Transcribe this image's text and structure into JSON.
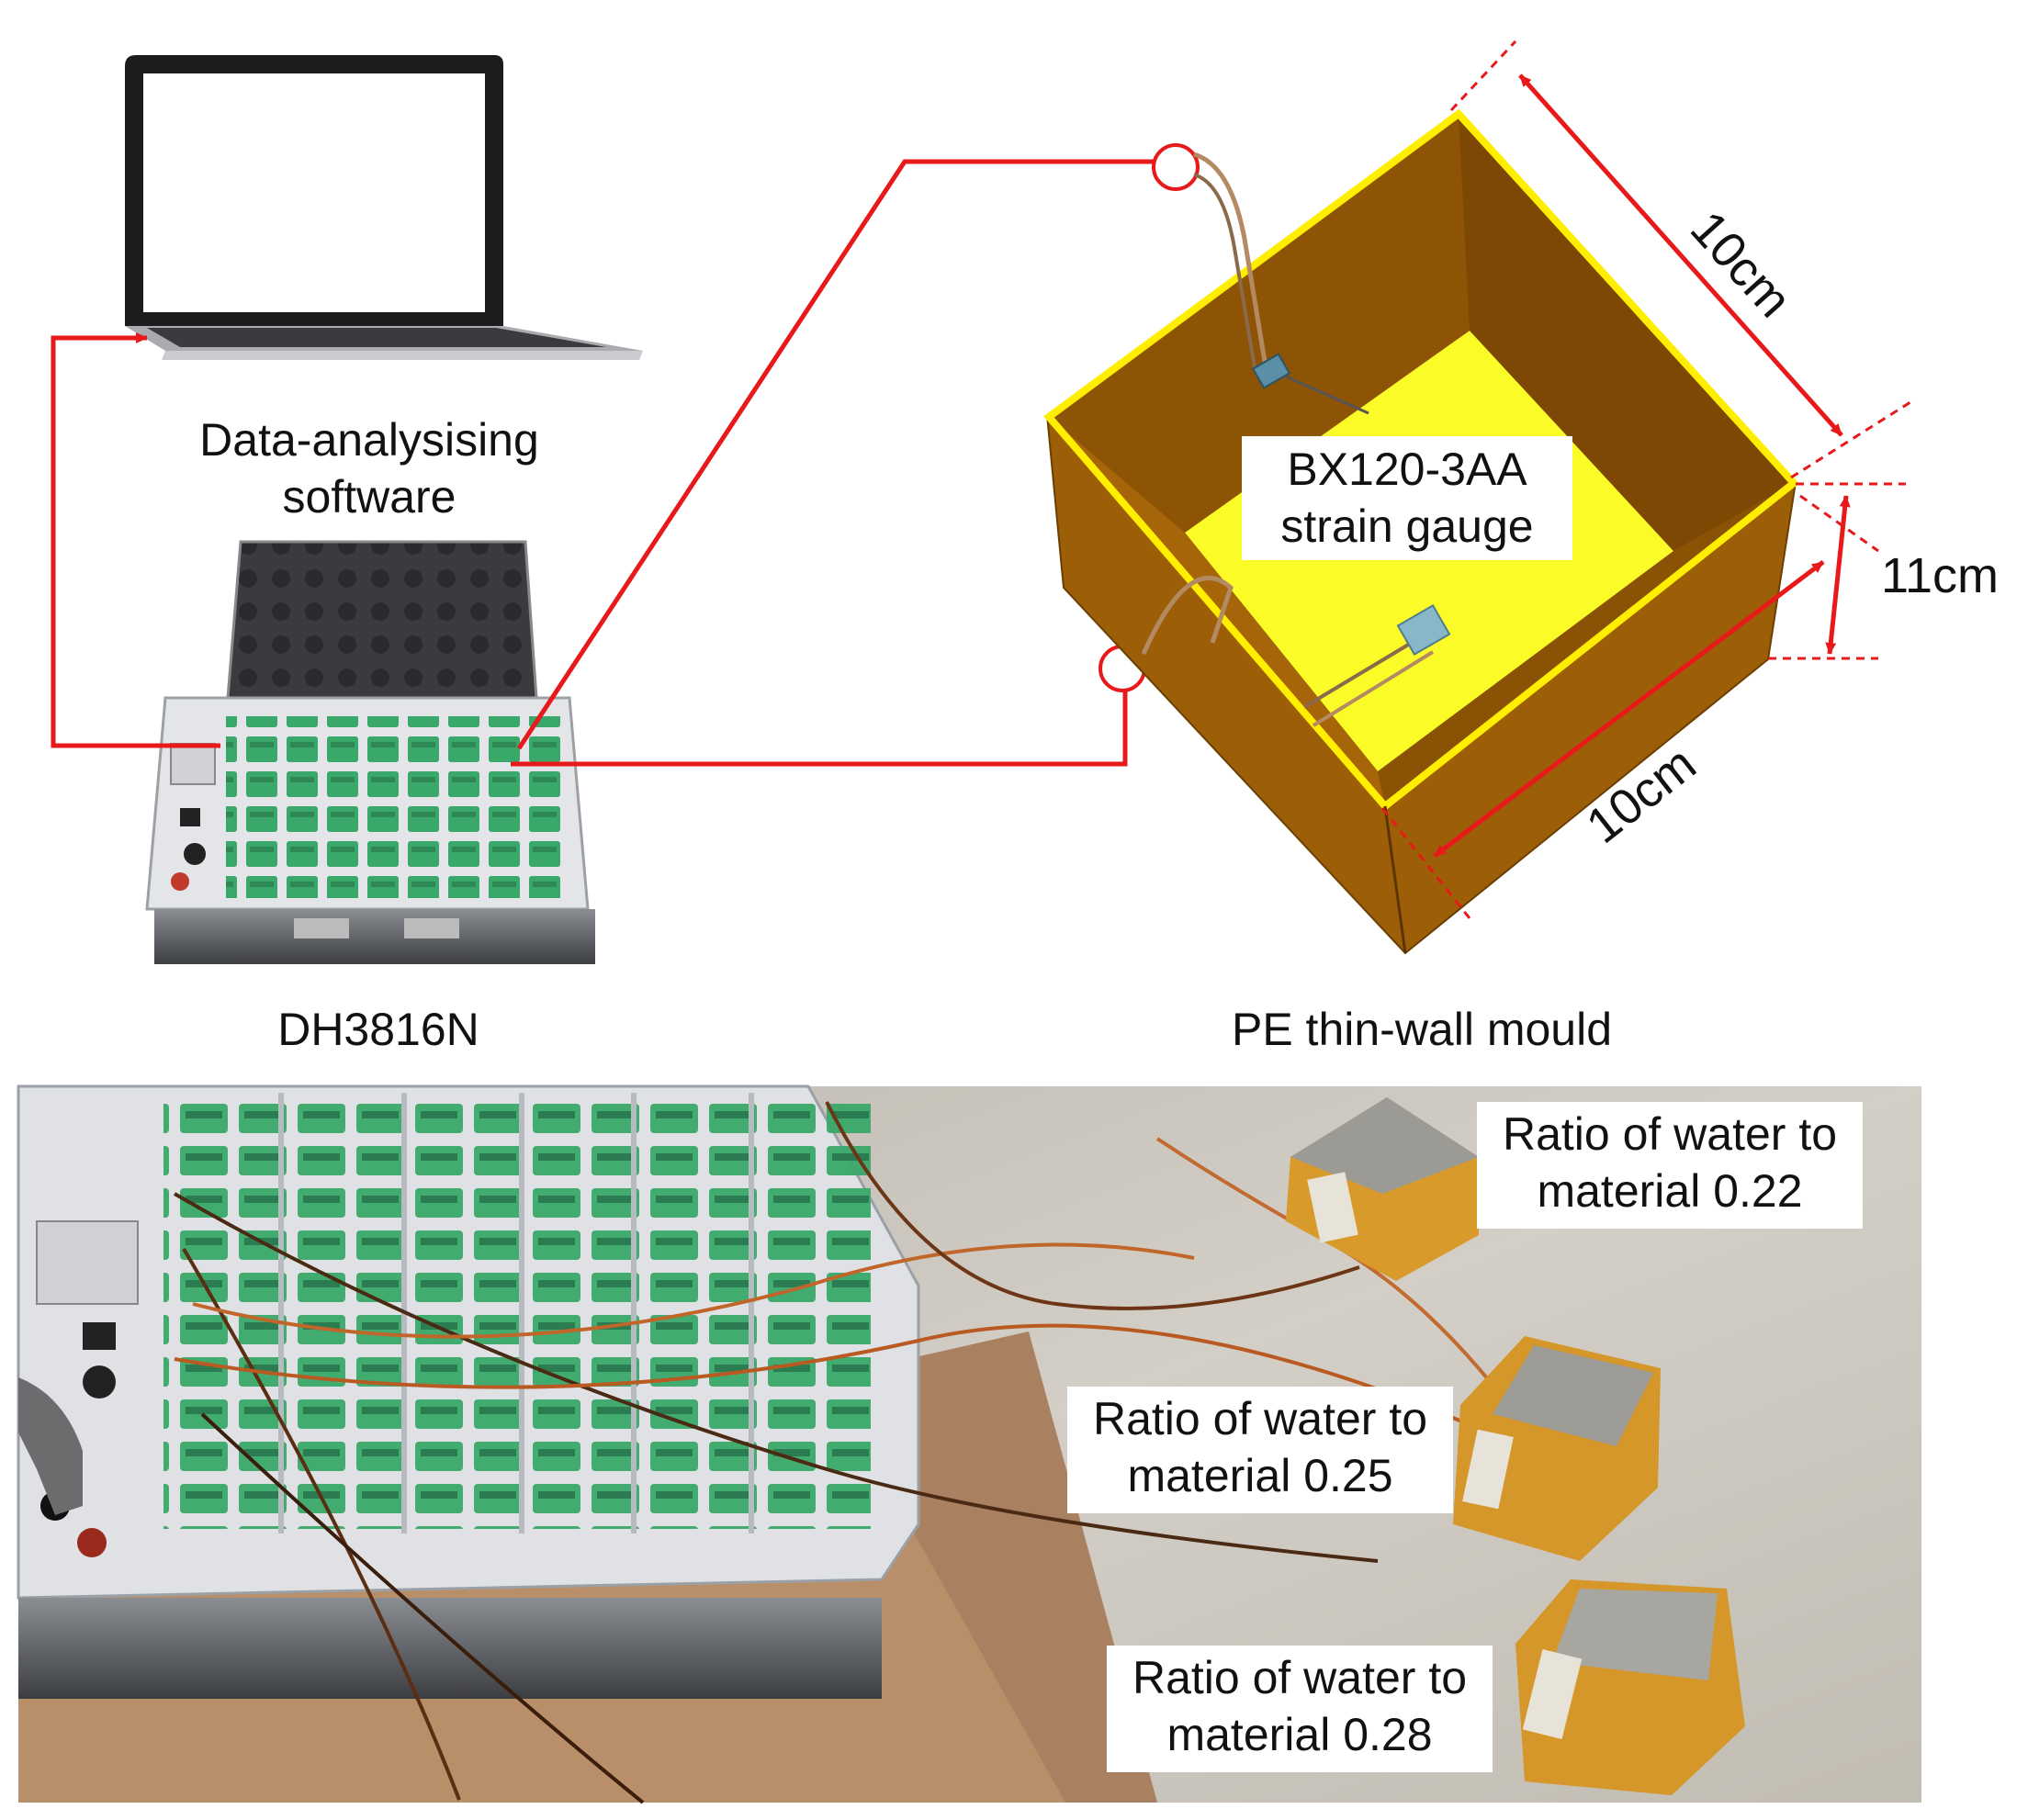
{
  "laptop": {
    "label_line1": "Data-analysising",
    "label_line2": "software"
  },
  "acquisition_device": {
    "label": "DH3816N"
  },
  "mould": {
    "label": "PE thin-wall mould",
    "gauge_line1": "BX120-3AA",
    "gauge_line2": "strain gauge",
    "dim_top": "10cm",
    "dim_height": "11cm",
    "dim_bottom": "10cm"
  },
  "photo": {
    "sample1_line1": "Ratio of water to",
    "sample1_line2": "material 0.22",
    "sample2_line1": "Ratio of water to",
    "sample2_line2": "material 0.25",
    "sample3_line1": "Ratio of water to",
    "sample3_line2": "material 0.28"
  },
  "colors": {
    "connection": "#e8191b",
    "mould_wall": "#9c5e06",
    "mould_rim": "#ffee00",
    "mould_floor": "#fbfb28",
    "terminal_green": "#3aa86a",
    "floor_gray": "#c9c5bd",
    "cardboard": "#b98f6a"
  }
}
